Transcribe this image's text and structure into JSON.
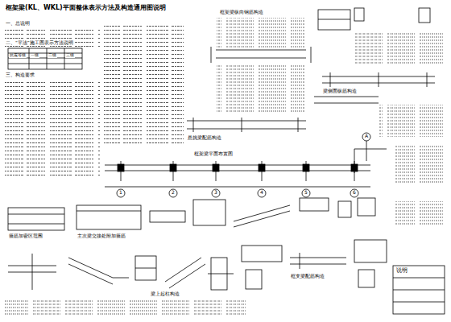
{
  "diagram": {
    "title": "框架梁(KL、WKL)平面整体表示方法及构造通用图说明",
    "labels": [
      "一、总说明",
      "二、“平法”施工图表示方法说明",
      "抗震等级",
      "一级",
      "二级",
      "三级",
      "三、构造要求",
      "框架梁纵向钢筋构造",
      "梁侧面纵筋构造",
      "框架梁平面布置图",
      "悬挑梁配筋构造",
      "箍筋加密区范围",
      "主次梁交接处附加箍筋",
      "梁上起柱构造",
      "框支梁配筋构造",
      "1",
      "2",
      "3",
      "4",
      "5",
      "6",
      "A",
      "说明"
    ]
  }
}
